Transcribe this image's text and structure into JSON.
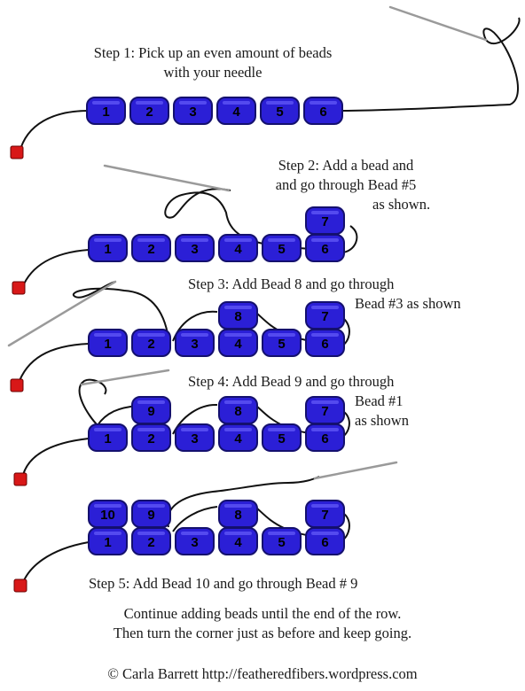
{
  "steps": {
    "s1a": "Step 1: Pick up an even amount of beads",
    "s1b": "with your needle",
    "s2a": "Step 2: Add a bead and",
    "s2b": "and go through Bead #5",
    "s2c": "as shown.",
    "s3a": "Step 3: Add Bead 8 and go through",
    "s3b": "Bead #3 as shown",
    "s4a": "Step 4: Add Bead 9 and go through",
    "s4b": "Bead #1",
    "s4c": "as shown",
    "s5": "Step 5: Add Bead 10 and go through Bead # 9"
  },
  "footer": {
    "line1": "Continue adding beads until the end of the row.",
    "line2": "Then turn the corner just as before and keep going.",
    "credit": "© Carla Barrett http://featheredfibers.wordpress.com"
  },
  "colors": {
    "bead": "#2b1fd6",
    "bead_dark": "#14106e",
    "stopper": "#d81818",
    "thread": "#111111",
    "needle": "#9a9a9a"
  },
  "diagrams": [
    {
      "bottom": [
        "1",
        "2",
        "3",
        "4",
        "5",
        "6"
      ],
      "top": {}
    },
    {
      "bottom": [
        "1",
        "2",
        "3",
        "4",
        "5",
        "6"
      ],
      "top": {
        "5": "7"
      }
    },
    {
      "bottom": [
        "1",
        "2",
        "3",
        "4",
        "5",
        "6"
      ],
      "top": {
        "3": "8",
        "5": "7"
      }
    },
    {
      "bottom": [
        "1",
        "2",
        "3",
        "4",
        "5",
        "6"
      ],
      "top": {
        "1": "9",
        "3": "8",
        "5": "7"
      }
    },
    {
      "bottom": [
        "1",
        "2",
        "3",
        "4",
        "5",
        "6"
      ],
      "top": {
        "0": "10",
        "1": "9",
        "3": "8",
        "5": "7"
      }
    }
  ]
}
